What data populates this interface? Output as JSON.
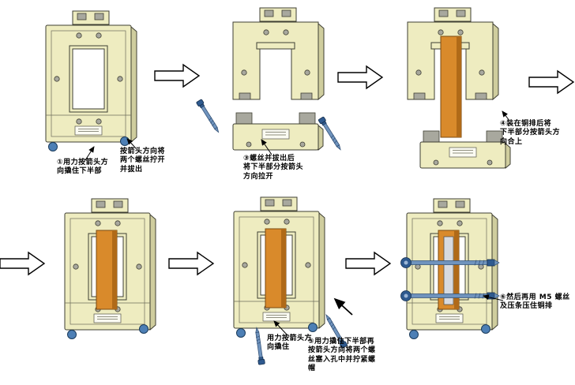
{
  "notes": {
    "n1": "①用力按箭头方\n向撬住下半部",
    "n2": "按箭头方向将\n两个螺丝拧开\n并拔出",
    "n3": "③螺丝并拔出后\n将下半部分按箭头\n方向拉开",
    "n4": "④装在铜排后将\n下半部分按箭头方\n向合上",
    "n5a": "用力按箭头方\n向撬住",
    "n5b": "⑤用力撬住下半部再\n按箭头方向将两个螺\n丝塞入孔中并拧紧螺\n帽",
    "n6": "⑥然后再用 M5 螺丝\n及压条压住铜排"
  },
  "colors": {
    "background": "#ffffff",
    "device_body": "#eeecc0",
    "device_shadow": "#cfcd9e",
    "copper_bar": "#d98a2b",
    "screw_blue": "#4d7fb5",
    "metal_gray": "#a8a89e",
    "outline": "#3f3f33"
  },
  "icons": {
    "step_arrow": "hollow-right-arrow",
    "pointer_arrow": "thin-black-arrow",
    "screw": "blue-bolt",
    "m5_screw": "blue-bolt-horizontal"
  }
}
